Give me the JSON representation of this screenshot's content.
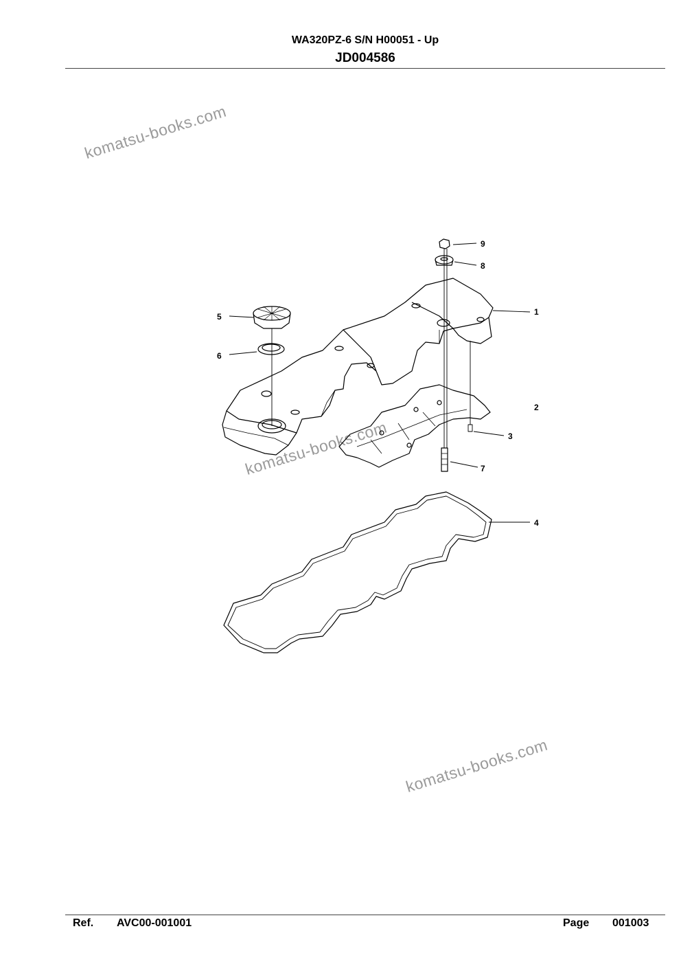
{
  "header": {
    "model": "WA320PZ-6 S/N H00051 - Up",
    "code": "JD004586"
  },
  "footer": {
    "ref_label": "Ref.",
    "ref_value": "AVC00-001001",
    "page_label": "Page",
    "page_value": "001003"
  },
  "watermark": {
    "text": "komatsu-books.com"
  },
  "callouts": [
    "1",
    "2",
    "3",
    "4",
    "5",
    "6",
    "7",
    "8",
    "9"
  ]
}
